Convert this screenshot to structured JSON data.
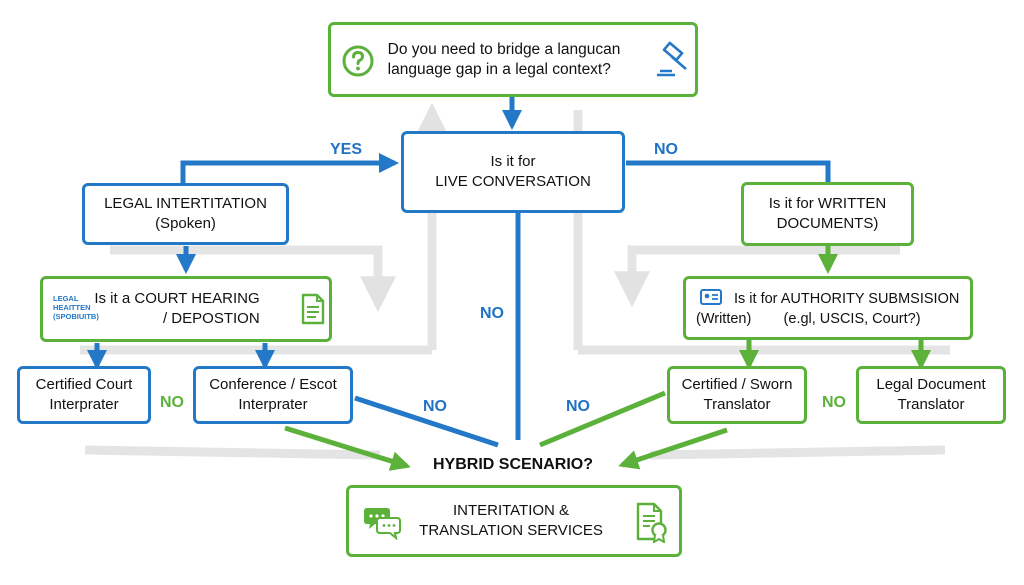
{
  "nodes": {
    "top": [
      "Do you need to bridge a langucan",
      "language gap in a legal context?"
    ],
    "live": [
      "Is it for",
      "LIVE CONVERSATION"
    ],
    "legal_interp": [
      "LEGAL INTERTITATION",
      "(Spoken)"
    ],
    "written": [
      "Is it for WRITTEN",
      "DOCUMENTS)"
    ],
    "court": [
      "Is it a COURT HEARING",
      "/ DEPOSTION"
    ],
    "court_badge": [
      "LEGAL",
      "HEAITTEN",
      "(SPOBIUITB)"
    ],
    "authority": [
      "Is it for AUTHORITY SUBMSISION",
      "(Written)        (e.gl, USCIS, Court?)"
    ],
    "cert_court": [
      "Certified Court",
      "Interprater"
    ],
    "conference": [
      "Conference / Escot",
      "Interprater"
    ],
    "sworn": [
      "Certified / Sworn",
      "Translator"
    ],
    "legal_doc": [
      "Legal Document",
      "Translator"
    ],
    "hybrid": "HYBRID SCENARIO?",
    "services": [
      "INTERITATION &",
      "TRANSLATION SERVICES"
    ]
  },
  "labels": {
    "yes": "YES",
    "no_top": "NO",
    "no_center": "NO",
    "no_left": "NO",
    "no_mid_left": "NO",
    "no_mid_right": "NO",
    "no_right": "NO"
  },
  "colors": {
    "blue": "#2378c8",
    "green": "#5bb13a",
    "gray": "#e4e4e4"
  },
  "icons": {
    "top_left": "question-circle-icon",
    "top_right": "gavel-icon",
    "court": "document-icon",
    "authority": "id-card-icon",
    "services_left": "chat-bubbles-icon",
    "services_right": "certificate-document-icon"
  }
}
